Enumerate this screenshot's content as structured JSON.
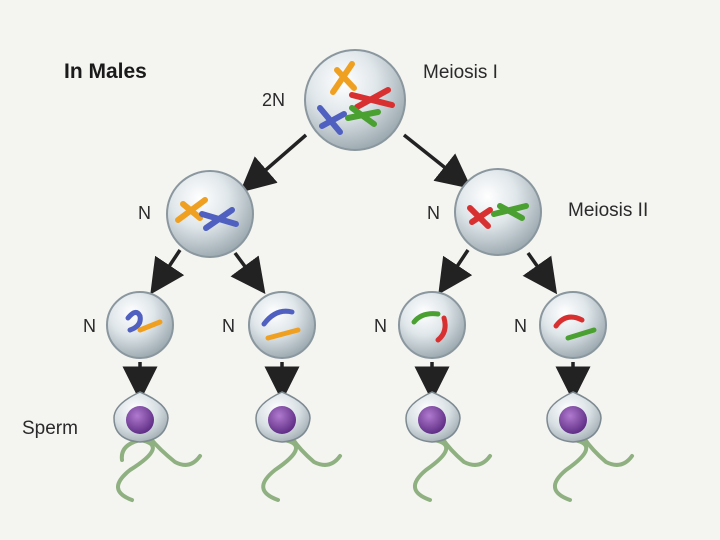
{
  "title": "In Males",
  "stages": {
    "meiosis_1": "Meiosis I",
    "meiosis_2": "Meiosis II"
  },
  "ploidy": {
    "parent": "2N",
    "secondary_left": "N",
    "secondary_right": "N",
    "spermatid_1": "N",
    "spermatid_2": "N",
    "spermatid_3": "N",
    "spermatid_4": "N"
  },
  "sperm_label": "Sperm",
  "colors": {
    "cell_fill": "#cfd8dd",
    "cell_edge": "#8a979e",
    "chromosome_orange": "#f0a020",
    "chromosome_red": "#d83030",
    "chromosome_blue": "#5060c0",
    "chromosome_green": "#4aa030",
    "sperm_nucleus": "#7a3fa0",
    "sperm_tail": "#8fb080",
    "arrow": "#222222"
  }
}
